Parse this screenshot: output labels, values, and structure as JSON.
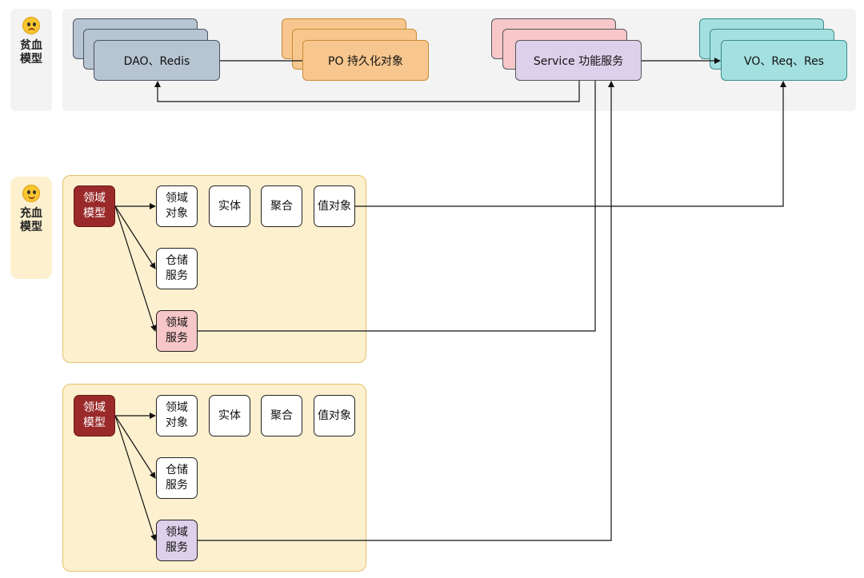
{
  "anemic": {
    "label": "贫血\n模型",
    "nodes": {
      "dao": "DAO、Redis",
      "po": "PO 持久化对象",
      "service": "Service 功能服务",
      "vo": "VO、Req、Res"
    }
  },
  "rich": {
    "label": "充血\n模型",
    "groups": [
      {
        "root": "领域\n模型",
        "object": "领域\n对象",
        "entity": "实体",
        "aggregate": "聚合",
        "value_object": "值对象",
        "repository": "仓储\n服务",
        "domain_service": "领域\n服务"
      },
      {
        "root": "领域\n模型",
        "object": "领域\n对象",
        "entity": "实体",
        "aggregate": "聚合",
        "value_object": "值对象",
        "repository": "仓储\n服务",
        "domain_service": "领域\n服务"
      }
    ]
  },
  "colors": {
    "anemic_panel": "#f3f3f3",
    "rich_panel": "#fdf0cf",
    "dao": "#b7c4d1",
    "po": "#f7c78f",
    "service_back": "#f7c7c9",
    "service_front": "#ddd0ea",
    "vo": "#a5e0e0",
    "root": "#9a2a2a",
    "domain_service_1": "#f6c6c8",
    "domain_service_2": "#ddd0ea"
  },
  "icons": [
    "anemic-emoji-icon",
    "rich-emoji-icon"
  ]
}
